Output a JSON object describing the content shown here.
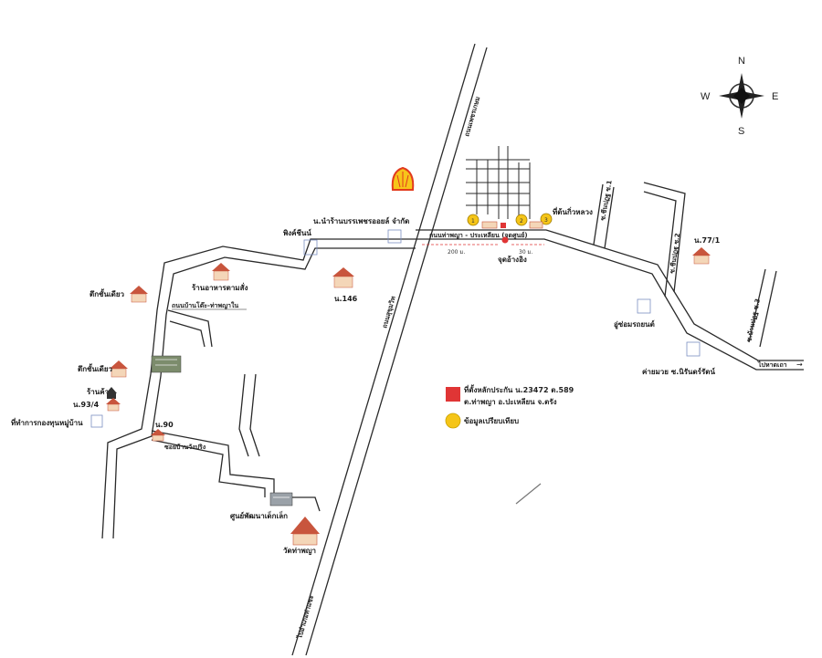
{
  "compass": {
    "n": "N",
    "s": "S",
    "e": "E",
    "w": "W"
  },
  "colors": {
    "road": "#2a2a2a",
    "site": "#e03535",
    "marker": "#f5c518",
    "shell_red": "#e23b1e",
    "shell_yellow": "#f7c51a",
    "house_roof": "#c8553d",
    "house_wall": "#f4d6b8"
  },
  "roads": {
    "main_top": "ถนนเพชรเกษม",
    "main_mid": "ถนนสุขุมวิท",
    "main_bottom": "ไปอำเภอท่าแซะ",
    "cross": "ถนนท่าพญา - ประเหลียน (จุดศูนย์)",
    "village": "ถนนบ้านโต๊ะ-ท่าพญาใน",
    "soi_1": "ซ.ชีนปฏฐ ซ.1",
    "soi_2": "ซ.ชีนปฏฐ ซ.2",
    "soi_3": "ซ.บ้านปฏฐ ซ.3",
    "east_end": "ไปหาดเถา"
  },
  "places": {
    "shell_station": "น.นำร้านบรรเพชรออยล์ จำกัด",
    "pingkhin": "พิงค์ชีนน์",
    "restaurant": "ร้านอาหารตามสั่ง",
    "shophouse_1": "ตึกชั้นเดียว",
    "shophouse_2": "ตึกชั้นเดียว",
    "shop": "ร้านค้า",
    "house_146": "น.146",
    "house_93": "น.93/4",
    "village_office": "ที่ทำการกองทุนหมู่บ้าน",
    "house_90": "น.90",
    "soi_wangpring": "ซอยบ้านวังปริง",
    "child_center": "ศูนย์พัฒนาเด็กเล็ก",
    "temple": "วัดท่าพญา",
    "house_77": "น.77/1",
    "motor_shop": "อู่ซ่อมรถยนต์",
    "boxing": "ค่ายมวย ซ.นิรันดร์รัตน์",
    "temple_top": "ที่ต้นกิ่วหลวง",
    "junction": "จุดอ้างอิง"
  },
  "distances": {
    "d1": "200 ม.",
    "d2": "30 ม."
  },
  "markers": [
    "1",
    "2",
    "3"
  ],
  "legend": {
    "site_line1": "ที่ตั้งหลักประกัน น.23472 ต.589",
    "site_line2": "ต.ท่าพญา อ.ปะเหลียน จ.ตรัง",
    "comparable": "ข้อมูลเปรียบเทียบ"
  }
}
